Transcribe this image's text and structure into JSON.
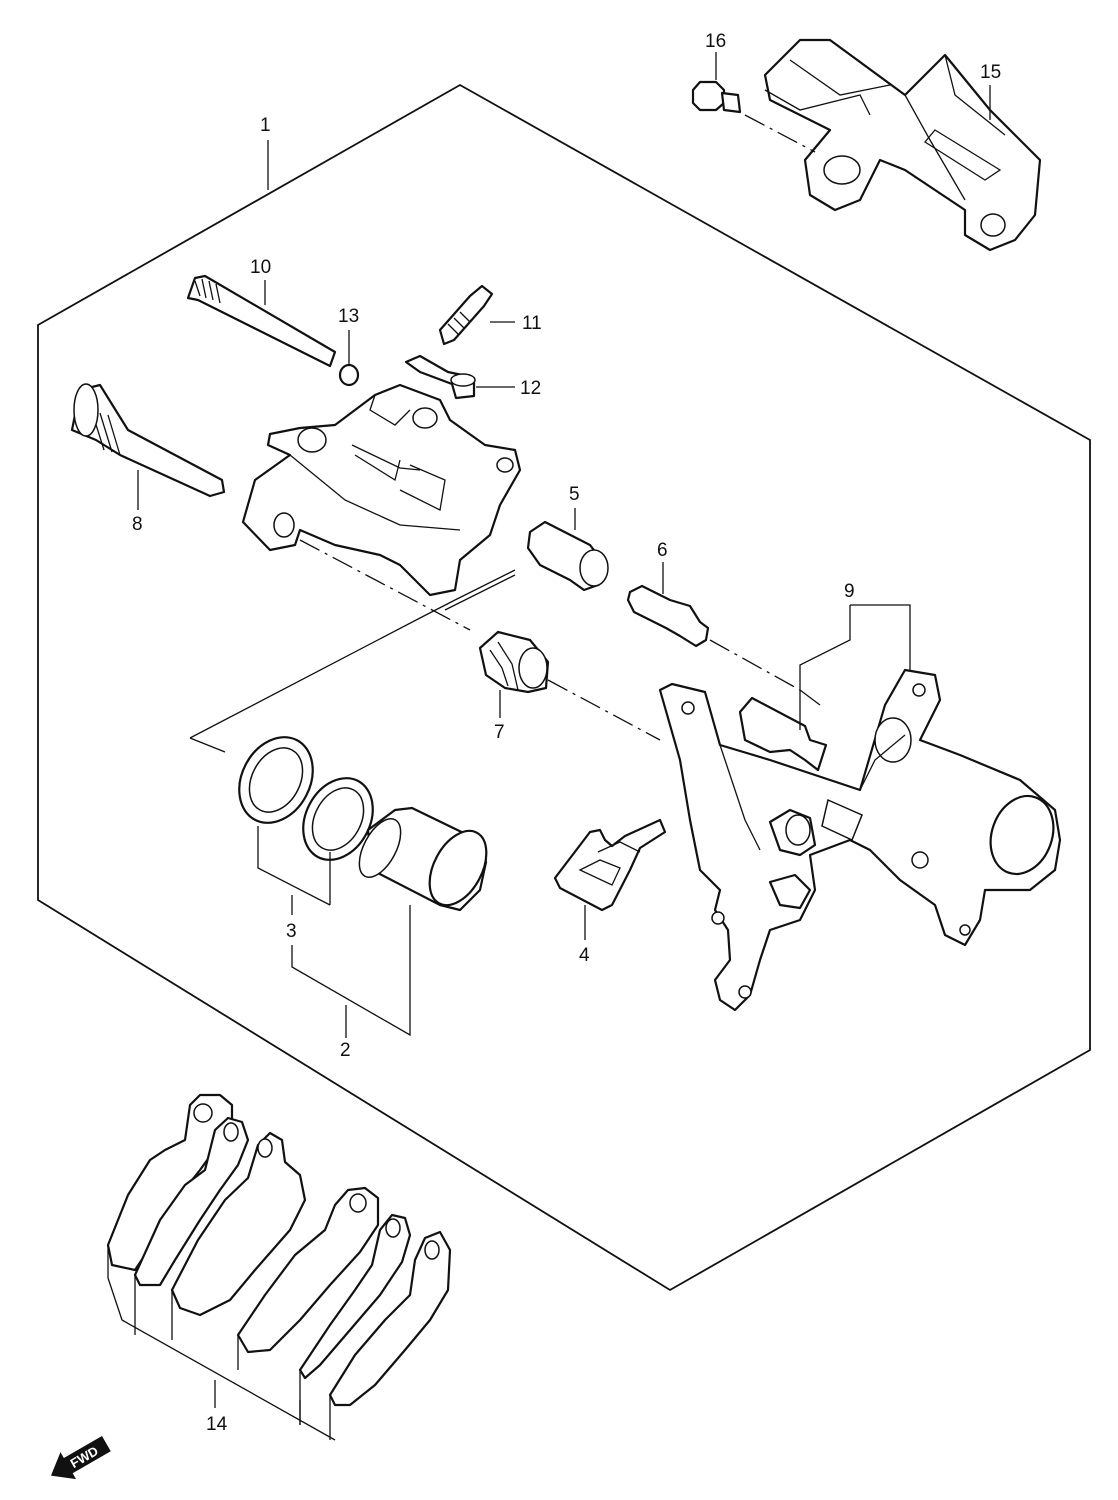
{
  "diagram": {
    "callouts": [
      {
        "id": "1",
        "text": "1"
      },
      {
        "id": "2",
        "text": "2"
      },
      {
        "id": "3",
        "text": "3"
      },
      {
        "id": "4",
        "text": "4"
      },
      {
        "id": "5",
        "text": "5"
      },
      {
        "id": "6",
        "text": "6"
      },
      {
        "id": "7",
        "text": "7"
      },
      {
        "id": "8",
        "text": "8"
      },
      {
        "id": "9",
        "text": "9"
      },
      {
        "id": "10",
        "text": "10"
      },
      {
        "id": "11",
        "text": "11"
      },
      {
        "id": "12",
        "text": "12"
      },
      {
        "id": "13",
        "text": "13"
      },
      {
        "id": "14",
        "text": "14"
      },
      {
        "id": "15",
        "text": "15"
      },
      {
        "id": "16",
        "text": "16"
      }
    ],
    "direction_marker": {
      "text": "FWD",
      "icon": "fwd-arrow-icon"
    }
  }
}
